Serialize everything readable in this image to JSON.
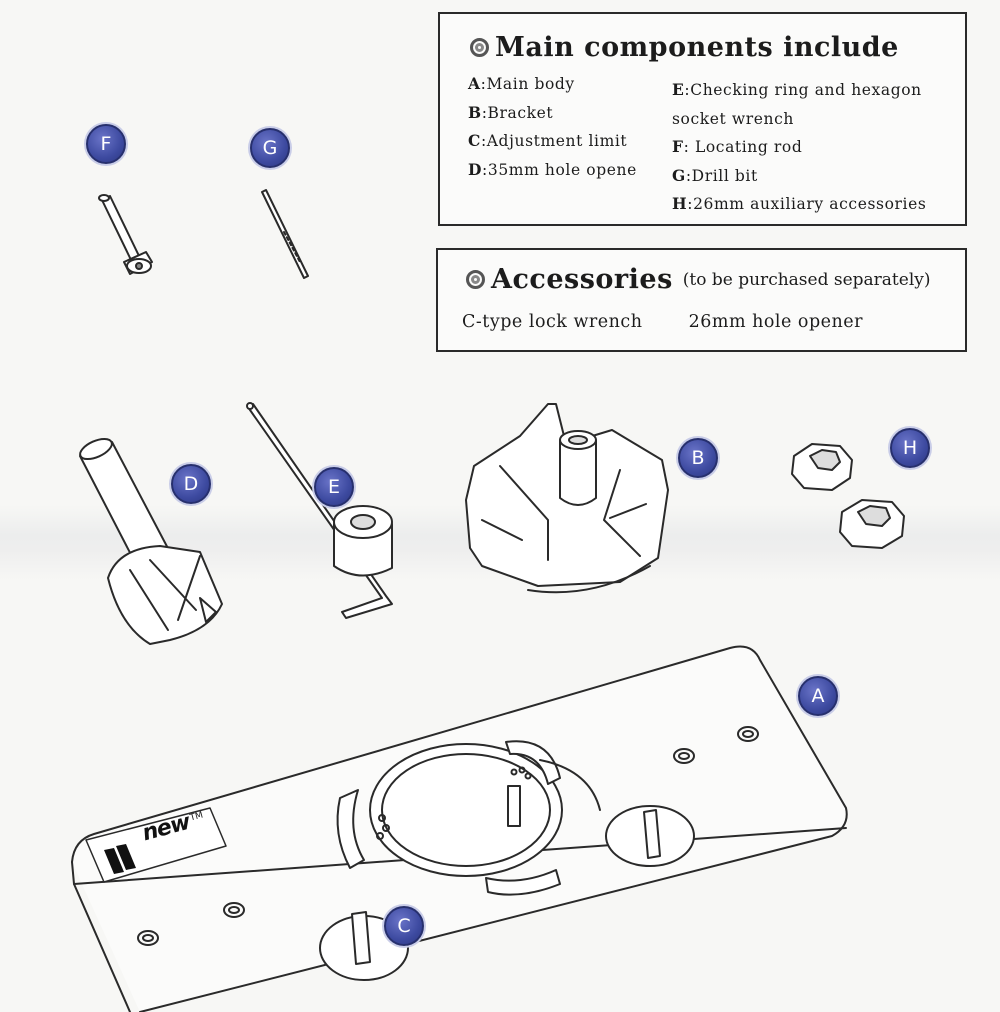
{
  "components": {
    "title": "Main components include",
    "col1": [
      {
        "key": "A",
        "text": ":Main body"
      },
      {
        "key": "B",
        "text": ":Bracket"
      },
      {
        "key": "C",
        "text": ":Adjustment limit"
      },
      {
        "key": "D",
        "text": ":35mm hole opene"
      }
    ],
    "col2": [
      {
        "key": "E",
        "text": ":Checking ring and hexagon"
      },
      {
        "key": "",
        "text": "socket wrench"
      },
      {
        "key": "F",
        "text": ": Locating rod"
      },
      {
        "key": "G",
        "text": ":Drill bit"
      },
      {
        "key": "H",
        "text": ":26mm auxiliary accessories"
      }
    ]
  },
  "accessories": {
    "title": "Accessories",
    "subtitle": "(to be purchased separately)",
    "items": [
      "C-type lock wrench",
      "26mm hole opener"
    ]
  },
  "badges": {
    "A": "A",
    "B": "B",
    "C": "C",
    "D": "D",
    "E": "E",
    "F": "F",
    "G": "G",
    "H": "H"
  },
  "logo": {
    "text": "new",
    "tm": "TM"
  },
  "colors": {
    "badge": "#3d4aa0",
    "line": "#2a2a2a",
    "background": "#f7f7f5"
  }
}
